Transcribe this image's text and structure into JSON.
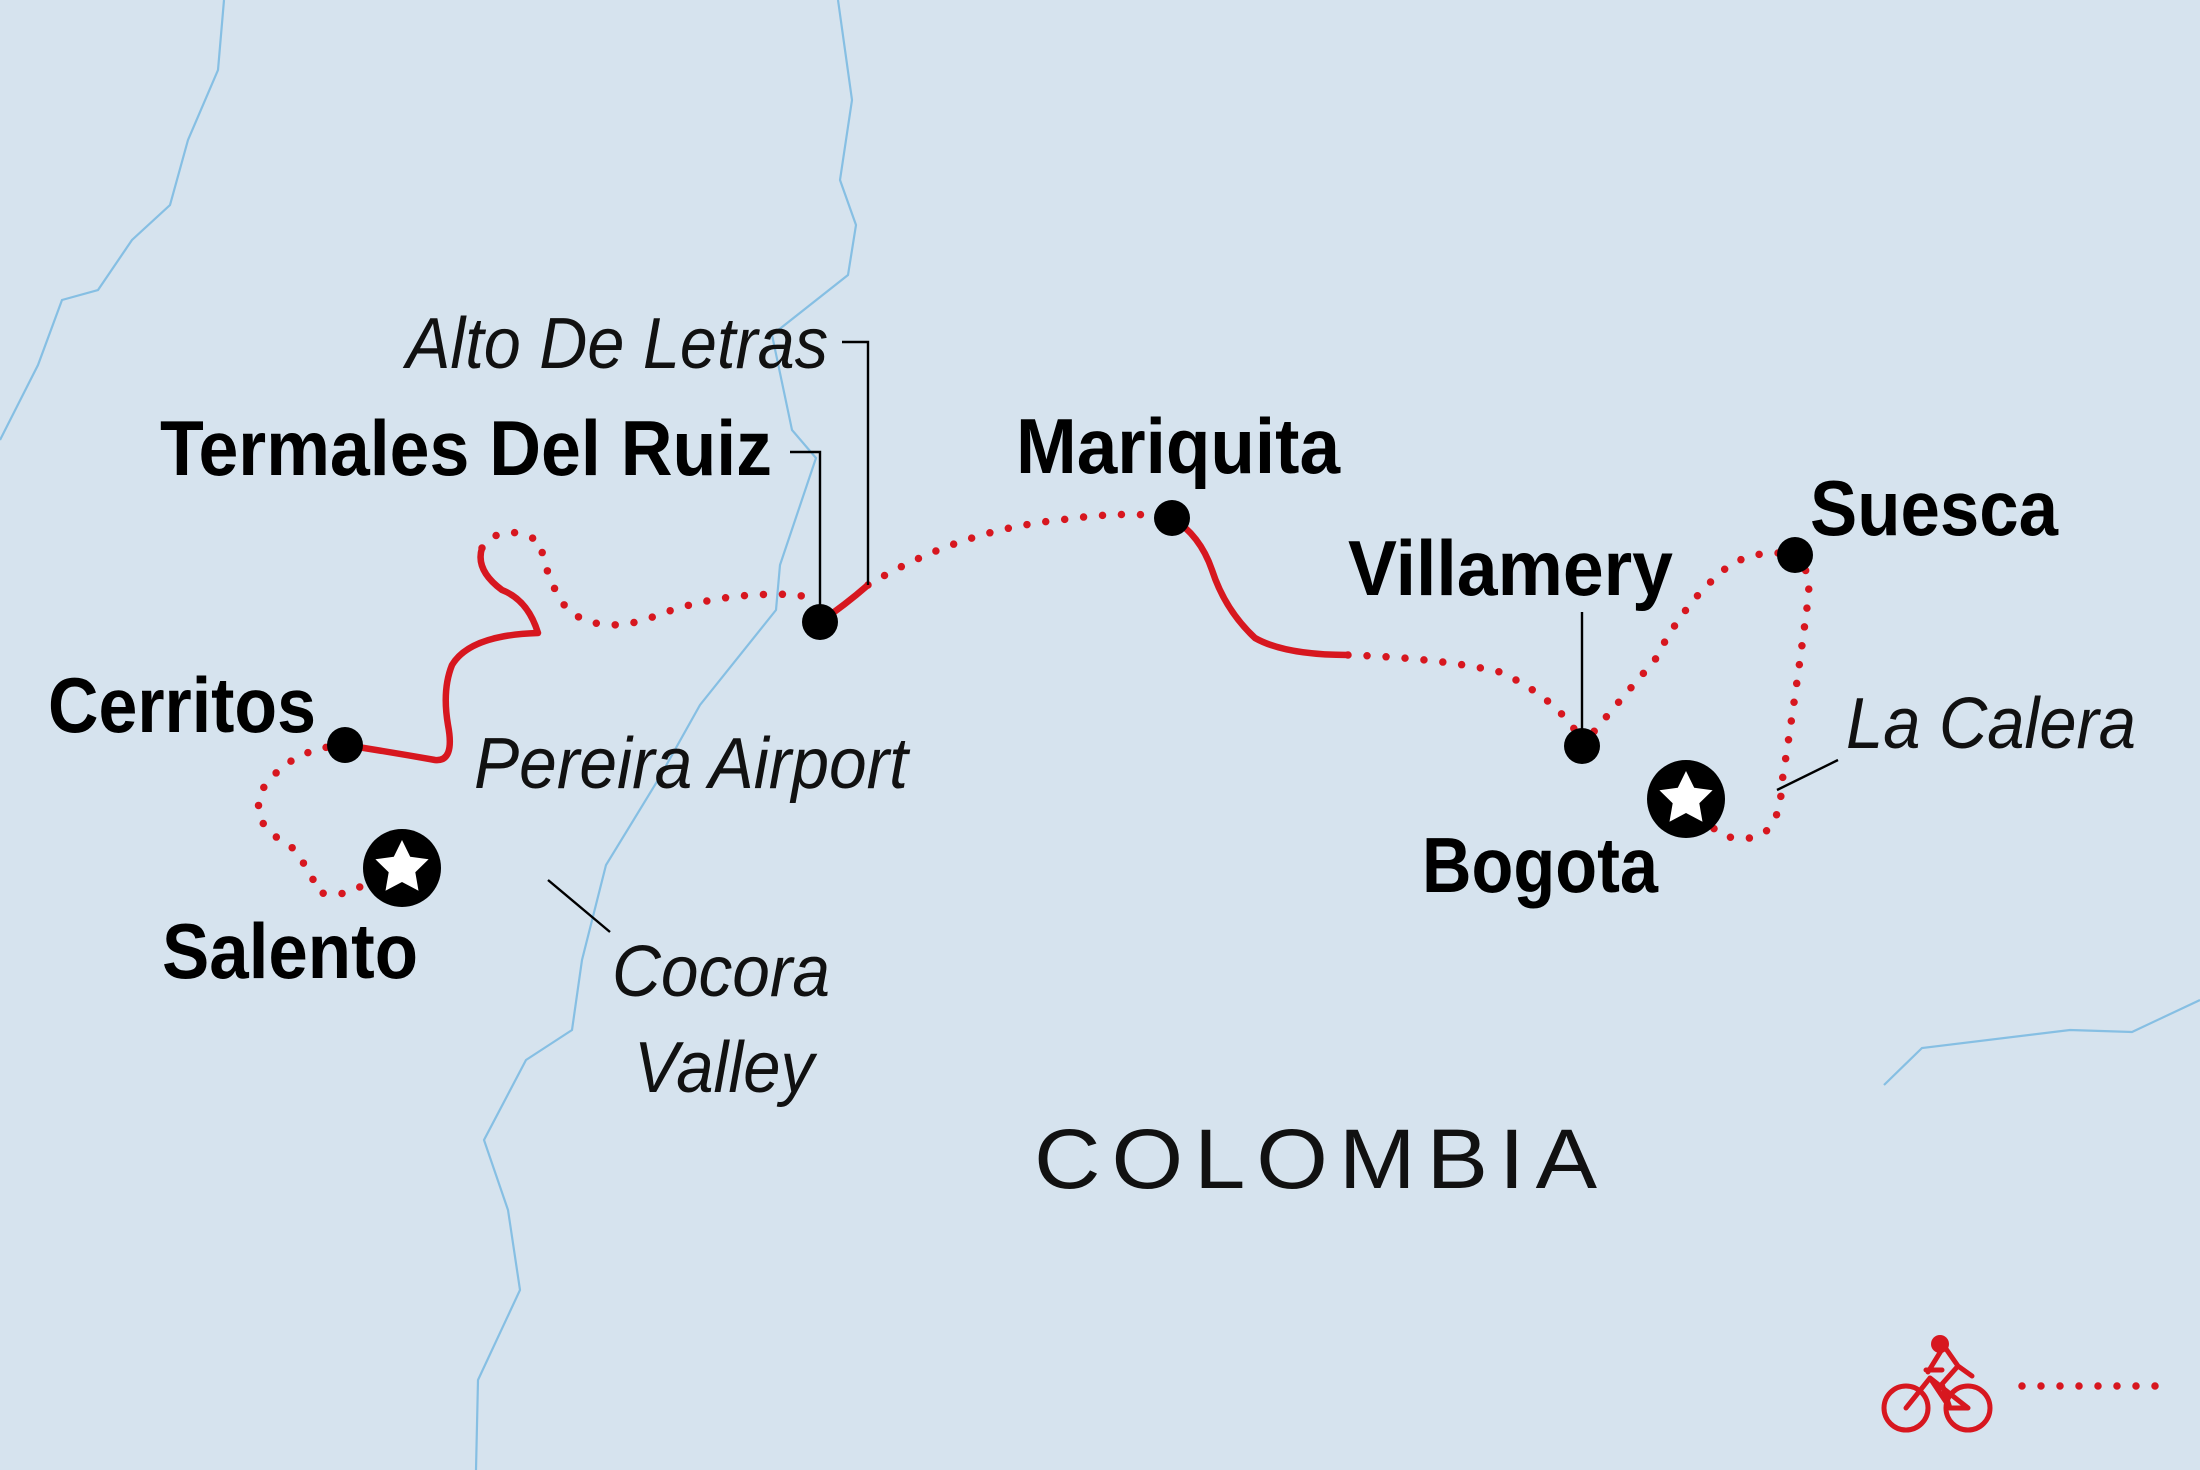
{
  "map": {
    "country": "COLOMBIA",
    "colors": {
      "background": "#d6e3ee",
      "river": "#86bfe3",
      "route": "#d7171f",
      "marker": "#000000"
    },
    "cities": [
      {
        "id": "termales",
        "label": "Termales Del Ruiz"
      },
      {
        "id": "mariquita",
        "label": "Mariquita"
      },
      {
        "id": "suesca",
        "label": "Suesca"
      },
      {
        "id": "villamery",
        "label": "Villamery"
      },
      {
        "id": "cerritos",
        "label": "Cerritos"
      },
      {
        "id": "bogota",
        "label": "Bogota"
      },
      {
        "id": "salento",
        "label": "Salento"
      }
    ],
    "places": [
      {
        "id": "alto",
        "label": "Alto De Letras"
      },
      {
        "id": "pereira",
        "label": "Pereira Airport"
      },
      {
        "id": "cocora1",
        "label": "Cocora"
      },
      {
        "id": "cocora2",
        "label": "Valley"
      },
      {
        "id": "calera",
        "label": "La Calera"
      }
    ],
    "start_end_markers": [
      "Salento",
      "Bogota"
    ],
    "legend": {
      "icon": "bicycle-icon",
      "line_style": "dotted"
    }
  }
}
